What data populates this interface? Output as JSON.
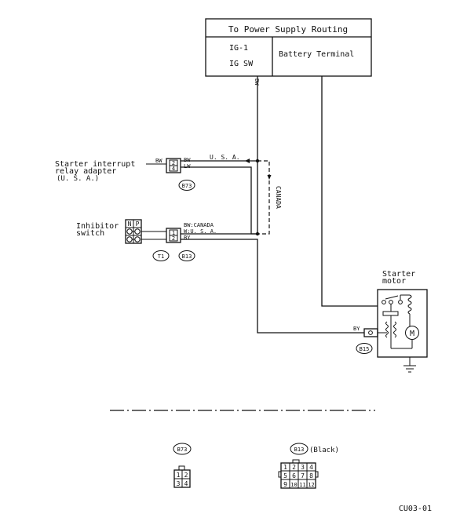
{
  "power_box": {
    "title": "To Power Supply Routing",
    "ig_line1": "IG-1",
    "ig_line2": "IG SW",
    "battery": "Battery Terminal"
  },
  "wires": {
    "bw_vertical": "BW",
    "relay_bw": "BW",
    "relay_pin_bw": "BW",
    "relay_pin_lw": "LW",
    "usa_upper": "U. S. A.",
    "canada_vertical": "CANADA",
    "inh_bw_canada": "BW:CANADA",
    "inh_w_usa": "W:U. S. A.",
    "inh_by": "BY",
    "starter_by": "BY"
  },
  "labels": {
    "relay_line1": "Starter interrupt",
    "relay_line2": "relay adapter",
    "relay_line3": "(U. S. A.)",
    "inhibitor_line1": "Inhibitor",
    "inhibitor_line2": "switch",
    "starter_line1": "Starter",
    "starter_line2": "motor",
    "inhibitor_n": "N",
    "inhibitor_p": "P",
    "motor_symbol": "M"
  },
  "connectors": {
    "b73": "B73",
    "t1": "T1",
    "b13": "B13",
    "b15": "B15",
    "b13_color": "(Black)"
  },
  "relay_pins": [
    "2",
    "4"
  ],
  "inhibitor_pins": [
    "1",
    "2"
  ],
  "b73_pins": [
    "1",
    "2",
    "3",
    "4"
  ],
  "b13_pins": [
    "1",
    "2",
    "3",
    "4",
    "5",
    "6",
    "7",
    "8",
    "9",
    "10",
    "11",
    "12"
  ],
  "figure_code": "CU03-01"
}
